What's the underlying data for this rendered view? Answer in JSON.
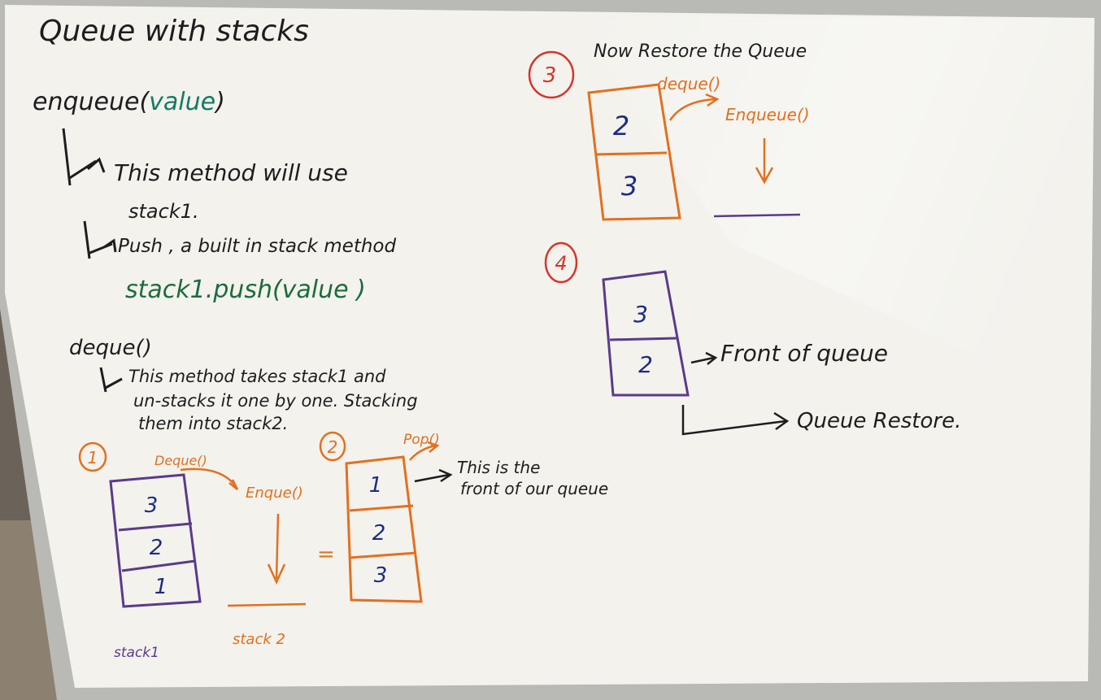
{
  "board": {
    "title": "Queue with stacks",
    "enqueue": {
      "signature_prefix": "enqueue(",
      "signature_param": "value",
      "signature_suffix": ")",
      "note1_line1": "This method will use",
      "note1_line2": "stack1.",
      "note2": "Push , a built in stack method",
      "code": "stack1.push(value )"
    },
    "deque": {
      "signature": "deque()",
      "note_line1": "This method takes stack1 and",
      "note_line2": "un-stacks it one by one. Stacking",
      "note_line3": "them into stack2."
    },
    "step1": {
      "number": "1",
      "stack": [
        "3",
        "2",
        "1"
      ],
      "stack_label": "stack1",
      "deque_label": "Deque()",
      "enqueue_label": "Enque()",
      "target_label": "stack 2"
    },
    "step2": {
      "number": "2",
      "equals": "=",
      "stack": [
        "1",
        "2",
        "3"
      ],
      "pop_label": "Pop()",
      "note_line1": "This is the",
      "note_line2": "front of our queue"
    },
    "step3": {
      "number": "3",
      "header": "Now Restore the Queue",
      "stack": [
        "2",
        "3"
      ],
      "deque_label": "deque()",
      "enqueue_label": "Enqueue()"
    },
    "step4": {
      "number": "4",
      "stack": [
        "3",
        "2"
      ],
      "front_label": "Front of queue",
      "restore_label": "Queue Restore."
    }
  },
  "colors": {
    "board": "#f4f3ee",
    "frame": "#b8b8b4",
    "black": "#1d1d1f",
    "green": "#1c6b3e",
    "orange": "#e2701f",
    "red": "#d6352a",
    "purple": "#5a3a8c",
    "navy": "#1d2c82"
  }
}
